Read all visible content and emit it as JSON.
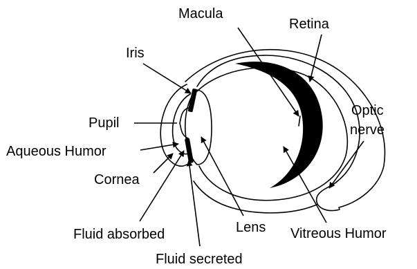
{
  "labels": {
    "macula": "Macula",
    "retina": "Retina",
    "iris": "Iris",
    "pupil": "Pupil",
    "optic_nerve_line1": "Optic",
    "optic_nerve_line2": "nerve",
    "aqueous_humor": "Aqueous Humor",
    "cornea": "Cornea",
    "fluid_absorbed": "Fluid absorbed",
    "lens": "Lens",
    "vitreous_humor": "Vitreous Humor",
    "fluid_secreted": "Fluid secreted"
  }
}
